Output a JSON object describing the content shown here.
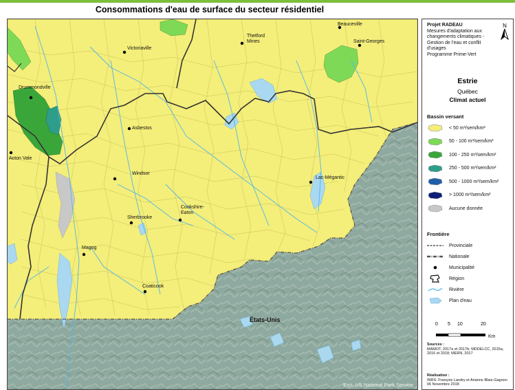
{
  "title": "Consommations d'eau de surface du secteur résidentiel",
  "map": {
    "credit": "Esri, US National Park Service",
    "country_label": "États-Unis",
    "colors": {
      "low": "#f4ee7a",
      "mid": "#7ed957",
      "high": "#3aa63a",
      "teal": "#2e9e8a",
      "water": "#a9d8f0",
      "river": "#4fb6ea",
      "nodata": "#c8c8c8",
      "terrain": "#8aa59b"
    },
    "towns": [
      {
        "name": "Victoriaville"
      },
      {
        "name": "Thetford\nMines"
      },
      {
        "name": "Beauceville"
      },
      {
        "name": "Saint-Georges"
      },
      {
        "name": "Drummondville"
      },
      {
        "name": "Asbestos"
      },
      {
        "name": "Acton Vale"
      },
      {
        "name": "Windsor"
      },
      {
        "name": "Lac-Mégantic"
      },
      {
        "name": "Cookshire-\nEaton"
      },
      {
        "name": "Sherbrooke"
      },
      {
        "name": "Magog"
      },
      {
        "name": "Coaticook"
      }
    ]
  },
  "legend": {
    "project_title": "Projet RADEAU",
    "project_lines": [
      "Mesures d'adaptation aux",
      "changements climatiques -",
      "Gestion de l'eau et conflit",
      "d'usages",
      "Programme Prime-Vert"
    ],
    "north_letter": "N",
    "region": "Estrie",
    "province": "Québec",
    "climate": "Climat actuel",
    "bassin_title": "Bassin versant",
    "classes": [
      {
        "label": "< 50 m³/sem/km²",
        "color": "#f4ee7a"
      },
      {
        "label": "50 - 100 m³/sem/km²",
        "color": "#7ed957"
      },
      {
        "label": "100 - 250 m³/sem/km²",
        "color": "#3aa63a"
      },
      {
        "label": "250 - 500 m³/sem/km²",
        "color": "#2e9e8a"
      },
      {
        "label": "500 - 1000 m³/sem/km²",
        "color": "#1f5fa8"
      },
      {
        "label": "> 1000 m³/sem/km²",
        "color": "#0b1f78"
      },
      {
        "label": "Aucune donnée",
        "color": "#c8c8c8"
      }
    ],
    "frontiere_title": "Frontière",
    "frontiere_items": [
      {
        "label": "Provinciale"
      },
      {
        "label": "Nationale"
      },
      {
        "label": "Municipalité"
      },
      {
        "label": "Région"
      },
      {
        "label": "Rivière"
      },
      {
        "label": "Plan d'eau"
      }
    ],
    "scale": {
      "labels": [
        "0",
        "5",
        "10",
        "20"
      ],
      "unit": "Km"
    },
    "sources_title": "Sources :",
    "sources_text": "MAMOT, 2017a et 2017b; MDDELCC, 2015a, 2016 et 2018; MERN, 2017",
    "realisation_title": "Réalisation :",
    "realisation_text": "INRS: François Landry et Arianne Blais-Gagnon",
    "realisation_date": "06 Novembre 2018"
  }
}
